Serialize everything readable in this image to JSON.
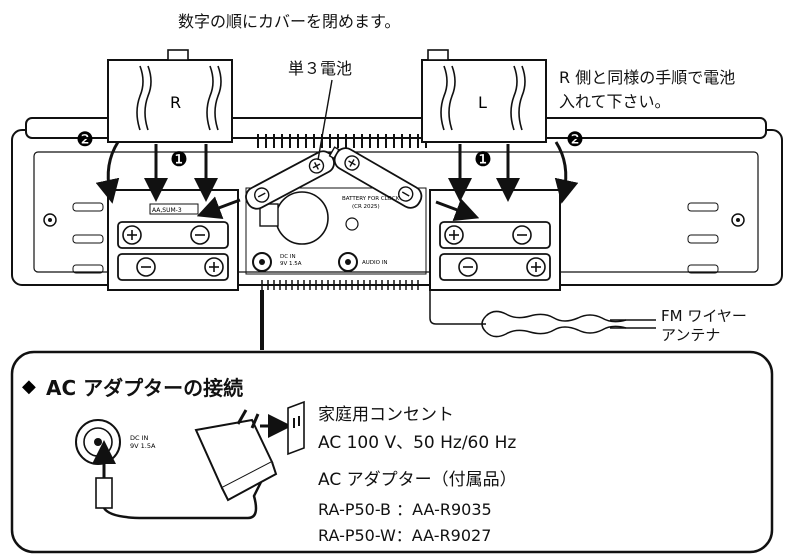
{
  "header": {
    "instruction": "数字の順にカバーを閉めます。"
  },
  "battery": {
    "label": "単３電池",
    "compartment_label": "AA,SUM-3"
  },
  "right_note": {
    "line1": "R 側と同様の手順で電池",
    "line2": "入れて下さい。"
  },
  "covers": {
    "left_label": "R",
    "right_label": "L"
  },
  "steps": {
    "step1": "❶",
    "step2": "❷"
  },
  "back_panel": {
    "clock_label_1": "BATTERY FOR CLOCK",
    "clock_label_2": "(CR 2025)",
    "dc_in": "DC IN",
    "dc_spec": "9V 1.5A",
    "audio_in": "AUDIO IN"
  },
  "antenna": {
    "line1": "FM ワイヤー",
    "line2": "アンテナ"
  },
  "ac_section": {
    "title": "AC アダプターの接続",
    "outlet_line1": "家庭用コンセント",
    "outlet_line2": "AC 100 V、50 Hz/60 Hz",
    "adapter": "AC アダプター（付属品）",
    "model1": "RA-P50-B ：AA-R9035",
    "model2": "RA-P50-W：AA-R9027",
    "dc_in": "DC IN",
    "dc_spec": "9V 1.5A"
  }
}
